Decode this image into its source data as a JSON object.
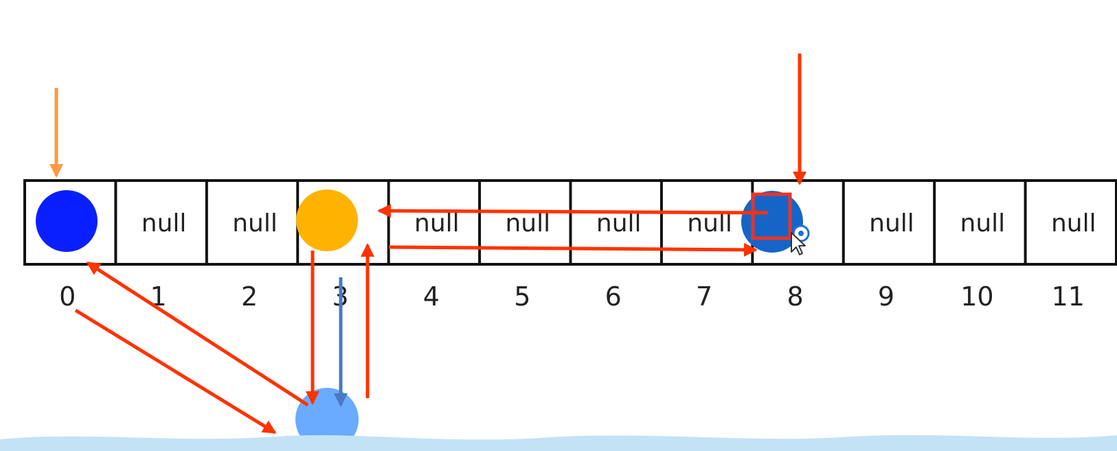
{
  "array": {
    "cells": [
      {
        "index": "0",
        "value": "",
        "node": "dark-blue-node"
      },
      {
        "index": "1",
        "value": "null"
      },
      {
        "index": "2",
        "value": "null"
      },
      {
        "index": "3",
        "value": "",
        "node": "orange-node"
      },
      {
        "index": "4",
        "value": "null"
      },
      {
        "index": "5",
        "value": "null"
      },
      {
        "index": "6",
        "value": "null"
      },
      {
        "index": "7",
        "value": "null"
      },
      {
        "index": "8",
        "value": "",
        "node": "blue-node-selected"
      },
      {
        "index": "9",
        "value": "null"
      },
      {
        "index": "10",
        "value": "null"
      },
      {
        "index": "11",
        "value": "null"
      }
    ]
  },
  "colors": {
    "grid_line": "#111111",
    "dark_blue_node": "#0a1fff",
    "orange_node": "#ffb300",
    "blue_node": "#1565c8",
    "light_blue_node": "#6aaaff",
    "red_arrow": "#ff3300",
    "orange_arrow": "#ff9a40",
    "blue_arrow": "#4a78c4",
    "wave": "#c4e2f5"
  },
  "icons": {
    "cursor": "pointer-cursor-icon",
    "selection": "selection-box-icon"
  }
}
